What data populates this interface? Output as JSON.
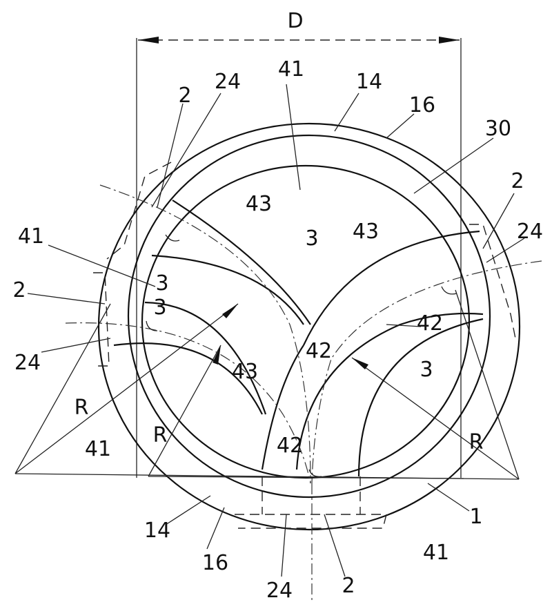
{
  "drawing": {
    "dimension_label": "D",
    "labels": {
      "l1": "1",
      "l2a": "2",
      "l2b": "2",
      "l2c": "2",
      "l2d": "2",
      "l3a": "3",
      "l3b": "3",
      "l3c": "3",
      "l3d": "3",
      "l14a": "14",
      "l14b": "14",
      "l16a": "16",
      "l16b": "16",
      "l24a": "24",
      "l24b": "24",
      "l24c": "24",
      "l24d": "24",
      "l30": "30",
      "l41a": "41",
      "l41b": "41",
      "l41c": "41",
      "l41d": "41",
      "l42a": "42",
      "l42b": "42",
      "l42c": "42",
      "l43a": "43",
      "l43b": "43",
      "l43c": "43",
      "lRa": "R",
      "lRb": "R",
      "lRc": "R"
    }
  }
}
